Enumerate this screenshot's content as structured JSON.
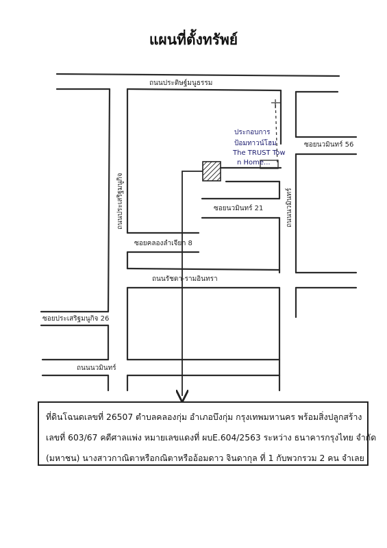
{
  "title": "แผนที่ตั้งทรัพย์",
  "roads": {
    "top_main": "ถนนประดิษฐ์มนูธรรม",
    "soi_nawamin_56": "ซอยนวมินทร์ 56",
    "nawamin_21": "ซอยนวมินทร์ 21",
    "nawamin_vertical": "ถนนนวมินทร์",
    "left_vertical": "ถนนประเสริฐมนูกิจ",
    "soi_khlong_lam_chiak": "ซอยคลองลำเจียก 8",
    "middle_road": "ถนนรัชดา-รามอินทรา",
    "soi_lower_left": "ซอยประเสริฐมนูกิจ 26",
    "bottom_left": "ถนนนวมินทร์"
  },
  "landmark": {
    "line1": "ประกอบการ",
    "line2": "ป้อมทาวน์โฮม",
    "line3": "The TRUST Tow",
    "line4": "n Home..."
  },
  "caption": {
    "line1": "ที่ดินโฉนดเลขที่ 26507 ตำบลคลองกุ่ม อำเภอบึงกุ่ม กรุงเทพมหานคร พร้อมสิ่งปลูกสร้าง",
    "line2": "เลขที่ 603/67 คดีศาลแพ่ง หมายเลขแดงที่ ผบE.604/2563 ระหว่าง ธนาคารกรุงไทย จำกัด",
    "line3": "(มหาชน) นางสาวกาณิตาหรือกณิตาหรืออ้อมดาว จินดากุล ที่ 1 กับพวกรวม 2 คน จำเลย"
  },
  "colors": {
    "road_stroke": "#2b2b2b",
    "handwriting": "#1a1a6e",
    "property_hatch": "#333333"
  }
}
